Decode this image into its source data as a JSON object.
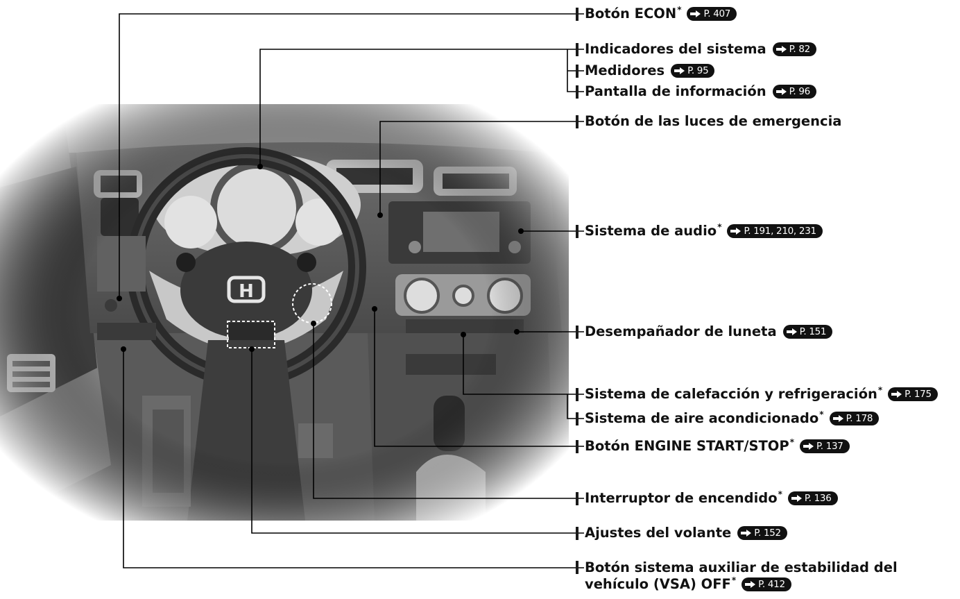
{
  "photo": {
    "description_icon": "dashboard-interior-illustration",
    "badge": "H"
  },
  "labels": [
    {
      "id": "econ",
      "text": "Botón ECON",
      "asterisk": "*",
      "ref": "P. 407"
    },
    {
      "id": "indicators",
      "text": "Indicadores del sistema",
      "asterisk": "",
      "ref": "P. 82"
    },
    {
      "id": "gauges",
      "text": "Medidores",
      "asterisk": "",
      "ref": "P. 95"
    },
    {
      "id": "info-display",
      "text": "Pantalla de información",
      "asterisk": "",
      "ref": "P. 96"
    },
    {
      "id": "hazard",
      "text": "Botón de las luces de emergencia",
      "asterisk": "",
      "ref": ""
    },
    {
      "id": "audio",
      "text": "Sistema de audio",
      "asterisk": "*",
      "ref": "P. 191, 210, 231"
    },
    {
      "id": "defroster",
      "text": "Desempañador de luneta",
      "asterisk": "",
      "ref": "P. 151"
    },
    {
      "id": "heating",
      "text": "Sistema de calefacción y refrigeración",
      "asterisk": "*",
      "ref": "P. 175"
    },
    {
      "id": "ac",
      "text": "Sistema de aire acondicionado",
      "asterisk": "*",
      "ref": "P. 178"
    },
    {
      "id": "engine-start",
      "text": "Botón ENGINE START/STOP",
      "asterisk": "*",
      "ref": "P. 137"
    },
    {
      "id": "ignition",
      "text": "Interruptor de encendido",
      "asterisk": "*",
      "ref": "P. 136"
    },
    {
      "id": "steering-adjust",
      "text": "Ajustes del volante",
      "asterisk": "",
      "ref": "P. 152"
    }
  ],
  "vsa": {
    "line1": "Botón sistema auxiliar de estabilidad del",
    "line2": "vehículo (VSA) OFF",
    "asterisk": "*",
    "ref": "P. 412"
  }
}
